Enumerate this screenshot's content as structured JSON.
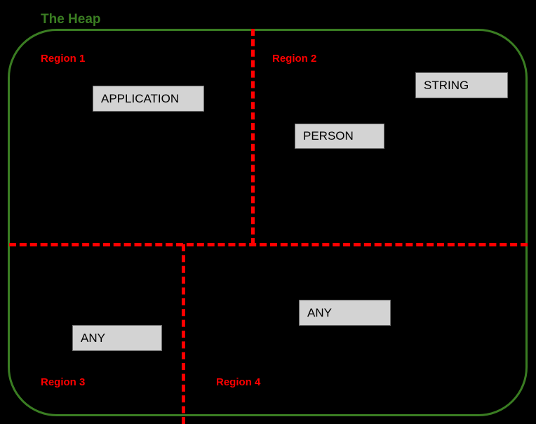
{
  "diagram": {
    "title": "The Heap",
    "title_color": "#3a7d22",
    "background_color": "#000000",
    "boundary_color": "#3a7d22",
    "divider_color": "#ff0000",
    "box_fill_color": "#d3d3d3",
    "box_border_color": "#6e6e6e",
    "box_text_color": "#000000"
  },
  "regions": [
    {
      "id": "region-1",
      "label": "Region 1"
    },
    {
      "id": "region-2",
      "label": "Region 2"
    },
    {
      "id": "region-3",
      "label": "Region 3"
    },
    {
      "id": "region-4",
      "label": "Region 4"
    }
  ],
  "objects": [
    {
      "id": "application",
      "label": "APPLICATION",
      "region": "Region 1"
    },
    {
      "id": "string",
      "label": "STRING",
      "region": "Region 2"
    },
    {
      "id": "person",
      "label": "PERSON",
      "region": "Region 2"
    },
    {
      "id": "any-r3",
      "label": "ANY",
      "region": "Region 3"
    },
    {
      "id": "any-r4",
      "label": "ANY",
      "region": "Region 4"
    }
  ]
}
